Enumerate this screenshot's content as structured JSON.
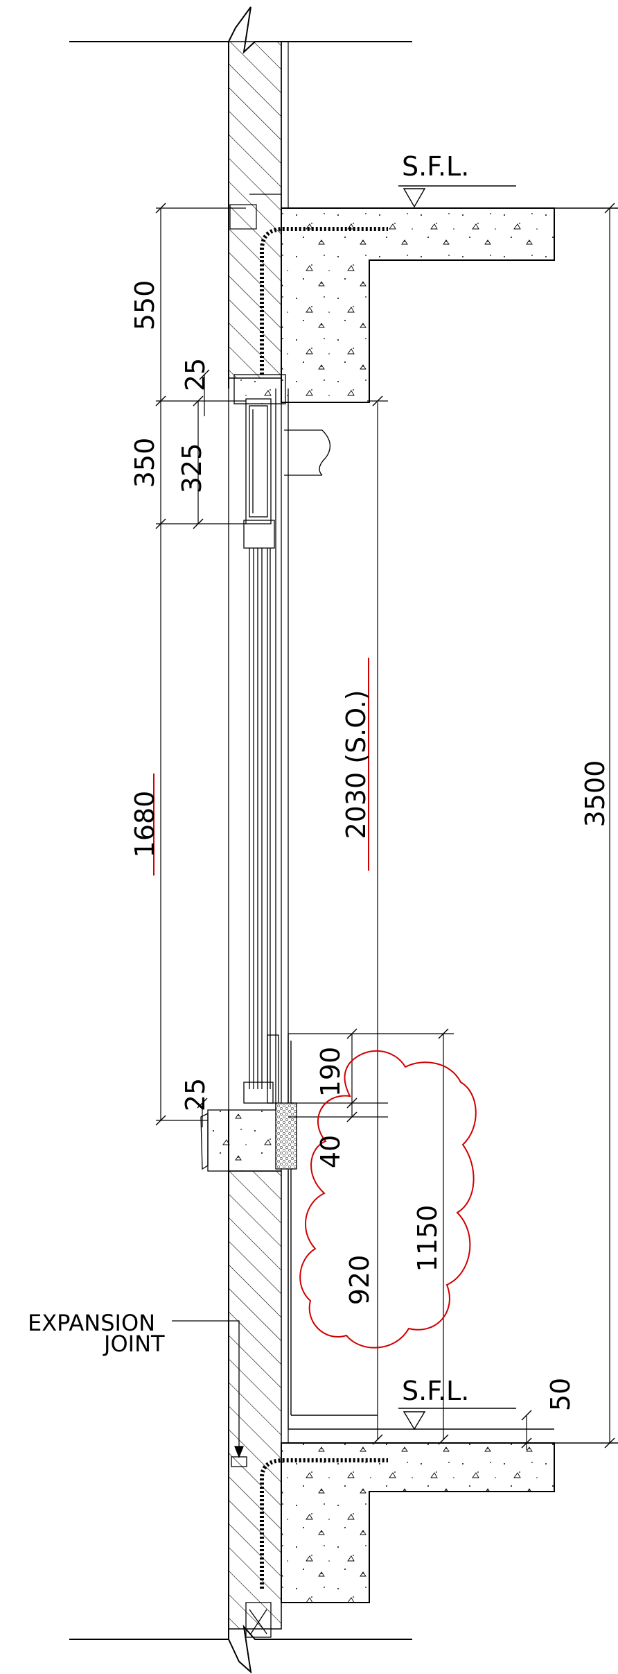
{
  "dimensions": {
    "d550": "550",
    "d25_top": "25",
    "d350": "350",
    "d325": "325",
    "d1680": "1680",
    "d2030": "2030 (S.O.)",
    "d3500": "3500",
    "d25_bottom": "25",
    "d190": "190",
    "d40": "40",
    "d920": "920",
    "d1150": "1150",
    "d50": "50"
  },
  "labels": {
    "sfl_top": "S.F.L.",
    "sfl_bottom": "S.F.L.",
    "expansion_line1": "EXPANSION",
    "expansion_line2": "JOINT"
  },
  "colors": {
    "markup": "#d00000",
    "line": "#000000"
  }
}
